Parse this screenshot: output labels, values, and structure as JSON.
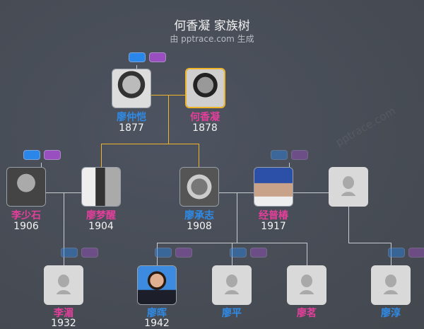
{
  "header": {
    "title": "何香凝 家族树",
    "subtitle": "由 pptrace.com 生成",
    "watermark": "pptrace.com"
  },
  "colors": {
    "male": "#2f8be6",
    "female": "#e33f9b",
    "selected_border": "#f0b429",
    "background": "#474c55"
  },
  "generation1": [
    {
      "name": "廖仲恺",
      "year": "1877",
      "gender": "male",
      "photo": "photo"
    },
    {
      "name": "何香凝",
      "year": "1878",
      "gender": "female",
      "photo": "photo",
      "selected": true
    }
  ],
  "generation2": [
    {
      "name": "李少石",
      "year": "1906",
      "gender": "female",
      "photo": "photo"
    },
    {
      "name": "廖梦醒",
      "year": "1904",
      "gender": "female",
      "photo": "photo"
    },
    {
      "name": "廖承志",
      "year": "1908",
      "gender": "male",
      "photo": "photo"
    },
    {
      "name": "经普椿",
      "year": "1917",
      "gender": "female",
      "photo": "photo"
    },
    {
      "name": "",
      "year": "",
      "gender": "unknown",
      "photo": "placeholder-avatar"
    }
  ],
  "generation3": [
    {
      "name": "李湄",
      "year": "1932",
      "gender": "female",
      "photo": "placeholder-avatar"
    },
    {
      "name": "廖晖",
      "year": "1942",
      "gender": "male",
      "photo": "photo"
    },
    {
      "name": "廖平",
      "year": "",
      "gender": "male",
      "photo": "placeholder-avatar"
    },
    {
      "name": "廖茗",
      "year": "",
      "gender": "female",
      "photo": "placeholder-avatar"
    },
    {
      "name": "廖淳",
      "year": "",
      "gender": "male",
      "photo": "placeholder-avatar"
    }
  ]
}
